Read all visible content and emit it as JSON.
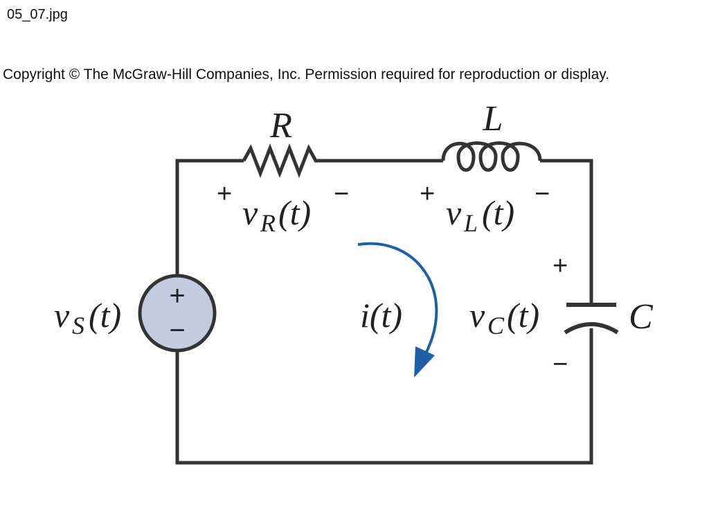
{
  "header": {
    "filename": "05_07.jpg",
    "copyright": "Copyright © The McGraw-Hill Companies, Inc. Permission required for reproduction or display."
  },
  "circuit": {
    "resistor": {
      "symbol": "R",
      "voltage": "v",
      "voltage_sub": "R",
      "voltage_arg": "(t)",
      "plus": "+",
      "minus": "−"
    },
    "inductor": {
      "symbol": "L",
      "voltage": "v",
      "voltage_sub": "L",
      "voltage_arg": "(t)",
      "plus": "+",
      "minus": "−"
    },
    "capacitor": {
      "symbol": "C",
      "voltage": "v",
      "voltage_sub": "C",
      "voltage_arg": "(t)",
      "plus": "+",
      "minus": "−"
    },
    "source": {
      "voltage": "v",
      "voltage_sub": "S",
      "voltage_arg": "(t)",
      "plus": "+",
      "minus": "−"
    },
    "current": {
      "label": "i(t)"
    }
  },
  "colors": {
    "wire": "#333333",
    "source_fill": "#c3cbe0",
    "current_arrow": "#1e5fa8"
  }
}
